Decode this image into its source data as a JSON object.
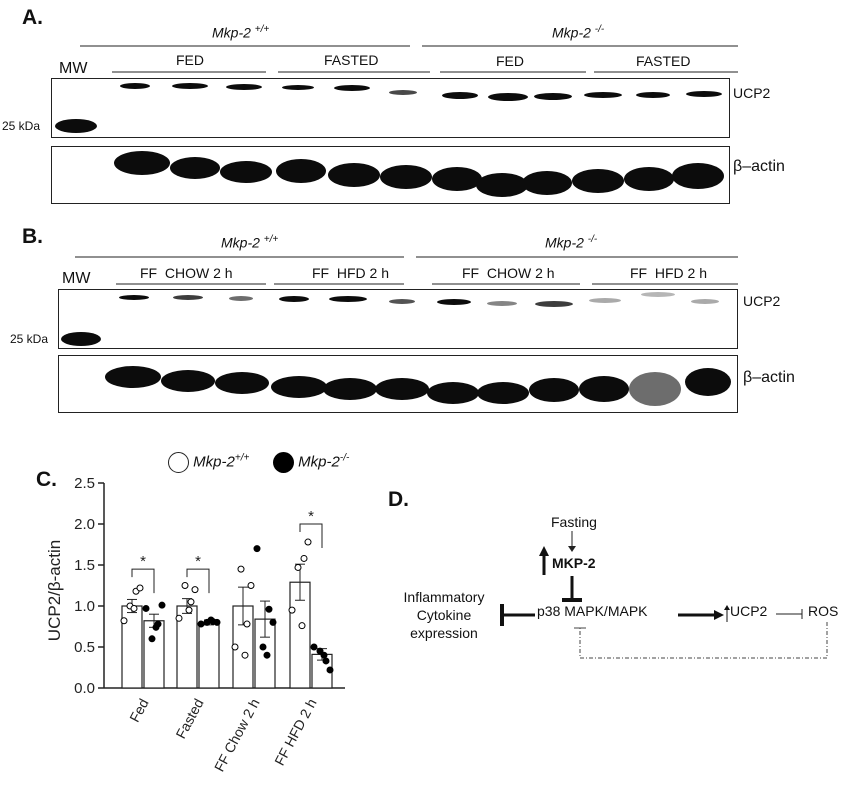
{
  "panelA": {
    "letter": "A.",
    "mw_label": "MW",
    "kda_label": "25 kDa",
    "genotype_left": "Mkp-2",
    "genotype_left_sup": "+/+",
    "genotype_right": "Mkp-2",
    "genotype_right_sup": "-/-",
    "conditions": [
      "FED",
      "FASTED",
      "FED",
      "FASTED"
    ],
    "protein_top": "UCP2",
    "protein_bottom": "β–actin"
  },
  "panelB": {
    "letter": "B.",
    "mw_label": "MW",
    "kda_label": "25 kDa",
    "genotype_left": "Mkp-2",
    "genotype_left_sup": "+/+",
    "genotype_right": "Mkp-2",
    "genotype_right_sup": "-/-",
    "conditions": [
      "FF  CHOW 2 h",
      "FF  HFD 2 h",
      "FF  CHOW 2 h",
      "FF  HFD 2 h"
    ],
    "protein_top": "UCP2",
    "protein_bottom": "β–actin"
  },
  "panelC": {
    "letter": "C.",
    "legend_wt": "Mkp-2",
    "legend_wt_sup": "+/+",
    "legend_ko": "Mkp-2",
    "legend_ko_sup": "-/-",
    "significance": "*"
  },
  "chart_data": {
    "type": "bar",
    "ylabel": "UCP2/β-actin",
    "ylim": [
      0,
      2.5
    ],
    "yticks": [
      "0.0",
      "0.5",
      "1.0",
      "1.5",
      "2.0",
      "2.5"
    ],
    "categories": [
      "Fed",
      "Fasted",
      "FF Chow 2 h",
      "FF HFD 2 h"
    ],
    "series": [
      {
        "name": "Mkp-2+/+",
        "values": [
          1.0,
          1.0,
          1.0,
          1.29
        ],
        "sem": [
          0.08,
          0.09,
          0.23,
          0.22
        ],
        "points": [
          [
            0.82,
            1.0,
            1.18,
            1.22,
            0.97
          ],
          [
            0.85,
            1.25,
            1.05,
            1.2,
            0.95
          ],
          [
            0.5,
            1.45,
            0.78,
            1.25,
            0.4
          ],
          [
            0.95,
            1.47,
            1.58,
            1.78,
            0.76
          ]
        ]
      },
      {
        "name": "Mkp-2-/-",
        "values": [
          0.82,
          0.8,
          0.84,
          0.41
        ],
        "sem": [
          0.08,
          0.03,
          0.22,
          0.07
        ],
        "points": [
          [
            0.97,
            0.6,
            0.78,
            1.01,
            0.74
          ],
          [
            0.78,
            0.8,
            0.81,
            0.8,
            0.83
          ],
          [
            1.7,
            0.5,
            0.96,
            0.8,
            0.4
          ],
          [
            0.5,
            0.45,
            0.33,
            0.22,
            0.4
          ]
        ]
      }
    ],
    "significant": [
      true,
      true,
      false,
      true
    ]
  },
  "panelD": {
    "letter": "D.",
    "fasting": "Fasting",
    "mkp2": "MKP-2",
    "inflammatory_line1": "Inflammatory",
    "inflammatory_line2": "Cytokine",
    "inflammatory_line3": "expression",
    "p38": "p38 MAPK/MAPK",
    "ucp2": "UCP2",
    "ros": "ROS"
  }
}
